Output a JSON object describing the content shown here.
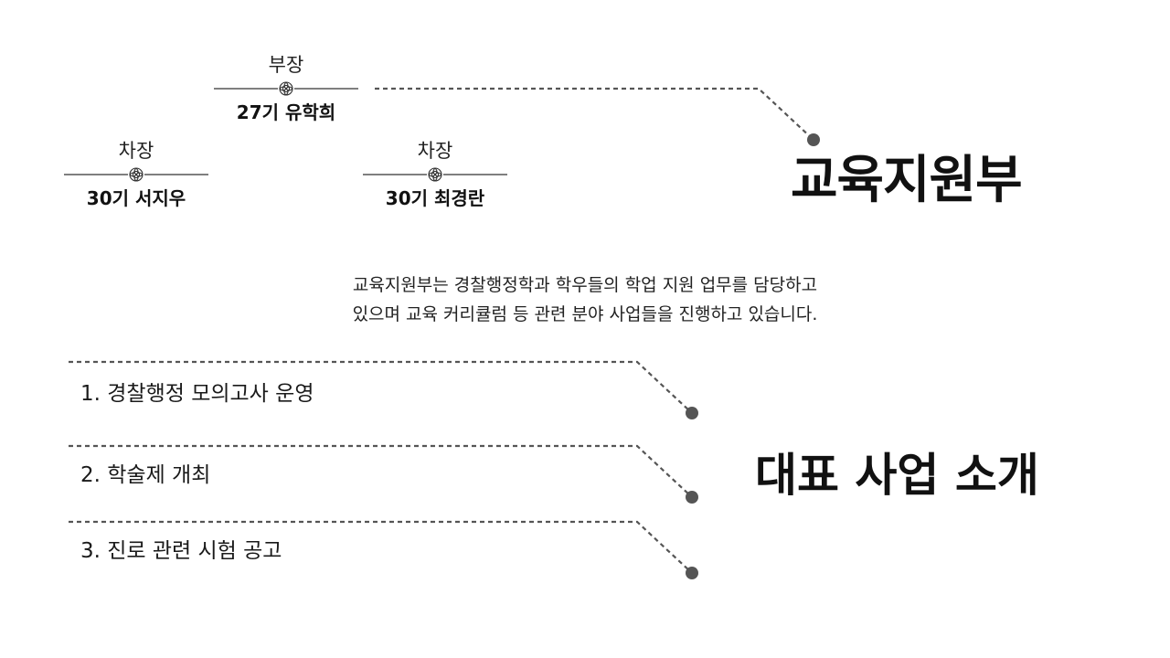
{
  "department": {
    "title": "교육지원부"
  },
  "officers": [
    {
      "role": "부장",
      "name": "27기 유학희"
    },
    {
      "role": "차장",
      "name": "30기 서지우"
    },
    {
      "role": "차장",
      "name": "30기 최경란"
    }
  ],
  "intro": {
    "line1": "교육지원부는 경찰행정학과 학우들의 학업 지원 업무를 담당하고",
    "line2": "있으며 교육 커리큘럼 등 관련 분야 사업들을 진행하고 있습니다."
  },
  "projects": {
    "heading": "대표 사업 소개",
    "items": [
      {
        "label": "1. 경찰행정 모의고사 운영"
      },
      {
        "label": "2. 학술제 개최"
      },
      {
        "label": "3. 진로 관련 시험 공고"
      }
    ]
  },
  "colors": {
    "connector": "#555555",
    "text": "#111111"
  },
  "icons": {
    "divider_ornament": "flower-ornament-icon"
  }
}
